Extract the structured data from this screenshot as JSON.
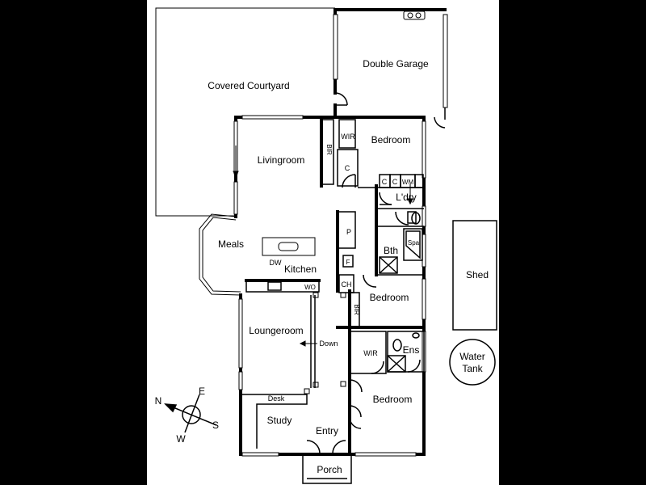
{
  "rooms": {
    "covered_courtyard": "Covered Courtyard",
    "double_garage": "Double Garage",
    "livingroom": "Livingroom",
    "bedroom_1": "Bedroom",
    "wir_1": "WIR",
    "bir_1": "BIR",
    "c_1": "C",
    "c_2": "C",
    "c_3": "C",
    "wm": "WM",
    "laundry": "L'dry",
    "meals": "Meals",
    "pantry": "P",
    "fridge": "F",
    "dw": "DW",
    "kitchen": "Kitchen",
    "wo": "WO",
    "bath": "Bth",
    "spa": "Spa",
    "ch": "CH",
    "bir_2": "BIR",
    "bedroom_2": "Bedroom",
    "loungeroom": "Loungeroom",
    "down": "Down",
    "wir_2": "WIR",
    "ensuite": "Ens",
    "bedroom_3": "Bedroom",
    "desk": "Desk",
    "study": "Study",
    "entry": "Entry",
    "porch": "Porch",
    "shed": "Shed",
    "water_tank": [
      "Water",
      "Tank"
    ]
  },
  "compass": {
    "n": "N",
    "e": "E",
    "s": "S",
    "w": "W"
  }
}
